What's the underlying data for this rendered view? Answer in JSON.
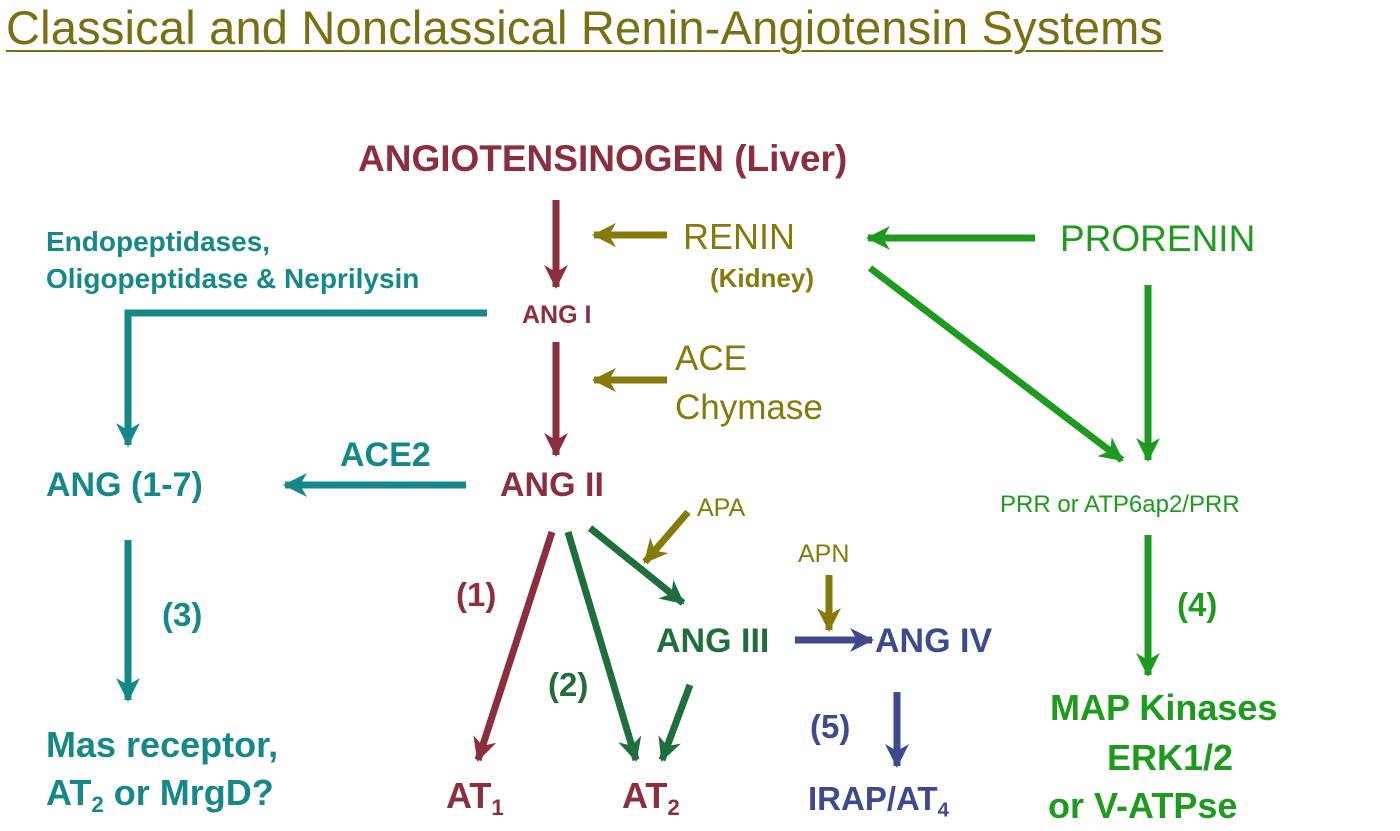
{
  "title": "Classical and Nonclassical Renin-Angiotensin Systems",
  "nodes": {
    "angiotensinogen": "ANGIOTENSINOGEN (Liver)",
    "renin": "RENIN",
    "renin_source": "(Kidney)",
    "prorenin": "PRORENIN",
    "endopeptidases_line1": "Endopeptidases,",
    "endopeptidases_line2": "Oligopeptidase & Neprilysin",
    "ang1": "ANG I",
    "ace": "ACE",
    "chymase": "Chymase",
    "ace2": "ACE2",
    "ang17": "ANG (1-7)",
    "ang2": "ANG II",
    "prr": "PRR or ATP6ap2/PRR",
    "apa": "APA",
    "apn": "APN",
    "ang3": "ANG III",
    "ang4": "ANG IV",
    "mas_line1": "Mas receptor,",
    "mas_line2_pre": "AT",
    "mas_line2_sub": "2",
    "mas_line2_post": " or MrgD?",
    "at1_main": "AT",
    "at1_sub": "1",
    "at2_main": "AT",
    "at2_sub": "2",
    "irap_main": "IRAP/AT",
    "irap_sub": "4",
    "map_line1": "MAP Kinases",
    "map_line2": "ERK1/2",
    "map_line3": "or V-ATPse"
  },
  "pathways": {
    "p1": "(1)",
    "p2": "(2)",
    "p3": "(3)",
    "p4": "(4)",
    "p5": "(5)"
  },
  "colors": {
    "title": "#7a6f12",
    "maroon": "#8b2f3e",
    "olive": "#857a0a",
    "green": "#1e9b1e",
    "dark_green": "#1f6e3c",
    "teal": "#16888a",
    "navy": "#3d4a8e"
  }
}
